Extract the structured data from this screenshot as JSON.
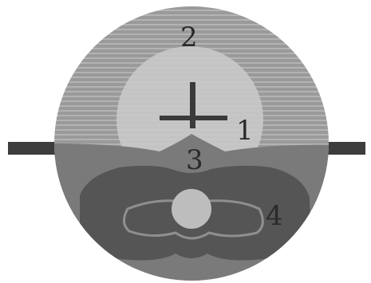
{
  "diagram": {
    "regions": [
      {
        "id": "region-1",
        "label": "1"
      },
      {
        "id": "region-2",
        "label": "2"
      },
      {
        "id": "region-3",
        "label": "3"
      },
      {
        "id": "region-4",
        "label": "4"
      }
    ],
    "colors": {
      "outer_disc": "#9a9a9a",
      "outer_disc_stripe": "#b3b3b3",
      "inner_circle": "#c9c9c9",
      "lower_band": "#7a7a7a",
      "lower_shape": "#555555",
      "center_dot": "#bdbdbd",
      "bar": "#3d3d3d",
      "crosshair": "#3a3a3a",
      "outline": "#8f8f8f"
    }
  }
}
